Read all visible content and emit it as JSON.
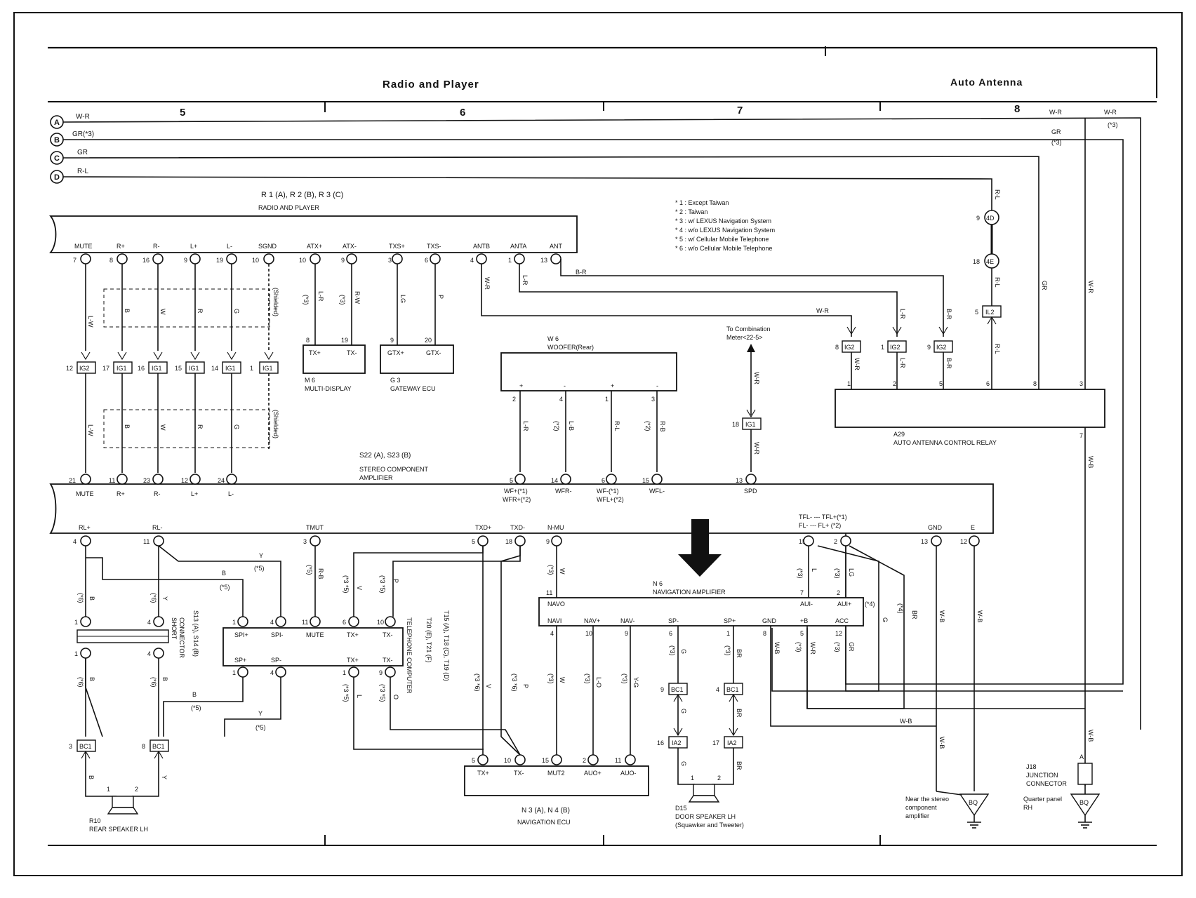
{
  "header": {
    "section_left": "Radio and Player",
    "section_right": "Auto Antenna",
    "columns": [
      "5",
      "6",
      "7",
      "8"
    ]
  },
  "wires": [
    {
      "letter": "A",
      "color": "W-R"
    },
    {
      "letter": "B",
      "color": "GR(*3)"
    },
    {
      "letter": "C",
      "color": "GR"
    },
    {
      "letter": "D",
      "color": "R-L"
    }
  ],
  "notes": [
    "* 1 : Except Taiwan",
    "* 2 : Taiwan",
    "* 3 : w/ LEXUS Navigation System",
    "* 4 : w/o LEXUS Navigation System",
    "* 5 : w/ Cellular Mobile Telephone",
    "* 6 : w/o Cellular Mobile Telephone"
  ],
  "components": {
    "radio_ref": "R 1 (A), R 2 (B), R 3 (C)",
    "radio_name": "RADIO AND PLAYER",
    "radio_pins": [
      {
        "name": "MUTE",
        "pin": "7"
      },
      {
        "name": "R+",
        "pin": "8"
      },
      {
        "name": "R-",
        "pin": "16"
      },
      {
        "name": "L+",
        "pin": "9"
      },
      {
        "name": "L-",
        "pin": "19"
      },
      {
        "name": "SGND",
        "pin": "10"
      },
      {
        "name": "ATX+",
        "pin": "10"
      },
      {
        "name": "ATX-",
        "pin": "9"
      },
      {
        "name": "TXS+",
        "pin": "3"
      },
      {
        "name": "TXS-",
        "pin": "6"
      },
      {
        "name": "ANTB",
        "pin": "4"
      },
      {
        "name": "ANTA",
        "pin": "1"
      },
      {
        "name": "ANT",
        "pin": "13"
      }
    ],
    "multi_display": "M 6\nMULTI-DISPLAY",
    "multi_display_code": "M 6",
    "multi_display_name": "MULTI-DISPLAY",
    "gateway_code": "G 3",
    "gateway_name": "GATEWAY ECU",
    "woofer_code": "W 6",
    "woofer_name": "WOOFER(Rear)",
    "combo_meter": "To Combination",
    "combo_meter2": "Meter<22-5>",
    "relay_code": "A29",
    "relay_name": "AUTO ANTENNA CONTROL RELAY",
    "amp_ref": "S22 (A), S23 (B)",
    "amp_name1": "STEREO COMPONENT",
    "amp_name2": "AMPLIFIER",
    "amp_top_pins": [
      {
        "name": "MUTE",
        "pin": "21"
      },
      {
        "name": "R+",
        "pin": "11"
      },
      {
        "name": "R-",
        "pin": "23"
      },
      {
        "name": "L+",
        "pin": "12"
      },
      {
        "name": "L-",
        "pin": "24"
      },
      {
        "name": "WF+(*1)",
        "name2": "WFR+(*2)",
        "pin": "5"
      },
      {
        "name": "WFR-",
        "pin": "14"
      },
      {
        "name": "WF-(*1)",
        "name2": "WFL+(*2)",
        "pin": "6"
      },
      {
        "name": "WFL-",
        "pin": "15"
      },
      {
        "name": "SPD",
        "pin": "13"
      }
    ],
    "amp_bottom_pins": [
      {
        "name": "RL+",
        "pin": "4"
      },
      {
        "name": "RL-",
        "pin": "11"
      },
      {
        "name": "TMUT",
        "pin": "3"
      },
      {
        "name": "TXD+",
        "pin": "5"
      },
      {
        "name": "TXD-",
        "pin": "18"
      },
      {
        "name": "N-MU",
        "pin": "9"
      },
      {
        "name": "GND",
        "pin": "13"
      },
      {
        "name": "E",
        "pin": "12"
      }
    ],
    "amp_tfl": "TFL- --- TFL+(*1)",
    "amp_fl": "FL- --- FL+ (*2)",
    "short_conn1": "S13 (A), S14 (B)",
    "short_conn2": "SHORT",
    "short_conn3": "CONNECTOR",
    "phone_ref1": "T15 (A), T18 (C), T19 (D)",
    "phone_ref2": "T20 (E), T21 (F)",
    "phone_name": "TELEPHONE COMPUTER",
    "phone_pins": [
      "SPI+",
      "SPI-",
      "MUTE",
      "TX+",
      "TX-",
      "SP+",
      "SP-",
      "TX+",
      "TX-"
    ],
    "nav_amp_code": "N 6",
    "nav_amp_name": "NAVIGATION AMPLIFIER",
    "nav_amp_pins": [
      "NAVO",
      "NAVI",
      "NAV+",
      "NAV-",
      "SP-",
      "SP+",
      "GND",
      "+B",
      "ACC",
      "AUI-",
      "AUI+"
    ],
    "nav_ecu_ref": "N 3 (A), N 4 (B)",
    "nav_ecu_name": "NAVIGATION ECU",
    "nav_ecu_pins": [
      "TX+",
      "TX-",
      "MUT2",
      "AUO+",
      "AUO-"
    ],
    "rear_speaker_code": "R10",
    "rear_speaker_name": "REAR SPEAKER LH",
    "door_speaker_code": "D15",
    "door_speaker_name": "DOOR SPEAKER LH",
    "door_speaker_sub": "(Squawker and Tweeter)",
    "junction_code": "J18",
    "junction_name1": "JUNCTION",
    "junction_name2": "CONNECTOR",
    "ground1_note1": "Near the stereo",
    "ground1_note2": "component",
    "ground1_note3": "amplifier",
    "ground2_note1": "Quarter panel",
    "ground2_note2": "RH",
    "ground_code": "BQ"
  },
  "junctions": {
    "ig2": "IG2",
    "ig1": "IG1",
    "il2": "IL2",
    "bc1": "BC1",
    "ia2": "IA2",
    "j4d": "4D",
    "j4e": "4E"
  },
  "wire_colors": [
    "L-W",
    "B",
    "W",
    "R",
    "G",
    "L-R",
    "R-W",
    "LG",
    "P",
    "W-R",
    "B-R",
    "R-L",
    "GR",
    "W-B",
    "L-B",
    "R-B",
    "Y",
    "BR",
    "V",
    "O",
    "L-O",
    "Y-G"
  ],
  "shield_label": "(Shielded)"
}
